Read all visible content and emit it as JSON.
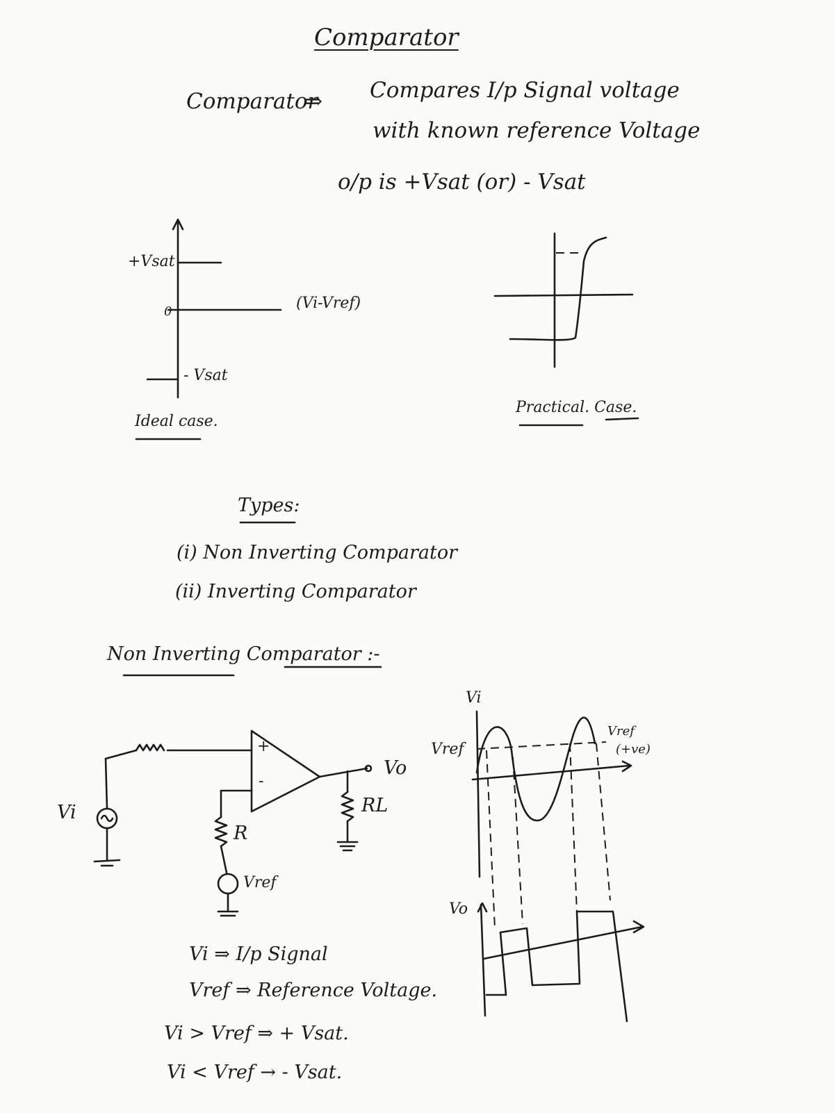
{
  "title": "Comparator",
  "definition": {
    "term": "Comparator",
    "arrow": "⇒",
    "line1": "Compares I/p Signal voltage",
    "line2": "with known reference Voltage",
    "line3": "o/p is +Vsat (or) - Vsat"
  },
  "ideal_graph": {
    "plus_label": "+Vsat",
    "zero_label": "0",
    "minus_label": "- Vsat",
    "x_label": "(Vi-Vref)",
    "caption": "Ideal case."
  },
  "practical_graph": {
    "caption": "Practical. Case."
  },
  "types": {
    "heading": "Types:",
    "items": [
      "(i) Non Inverting Comparator",
      "(ii) Inverting Comparator"
    ]
  },
  "section_heading": "Non Inverting Comparator :-",
  "circuit": {
    "vi": "Vi",
    "vo": "Vo",
    "rl": "RL",
    "r": "R",
    "vref": "Vref",
    "plus": "+",
    "minus": "-"
  },
  "waveforms": {
    "vi_axis": "Vi",
    "vref_left": "Vref",
    "vref_right": "Vref",
    "vref_note": "(+ve)",
    "vo_axis": "Vo"
  },
  "notes": [
    "Vi ⇒ I/p Signal",
    "Vref ⇒ Reference Voltage.",
    "Vi > Vref ⇒ + Vsat.",
    "Vi < Vref → - Vsat."
  ]
}
